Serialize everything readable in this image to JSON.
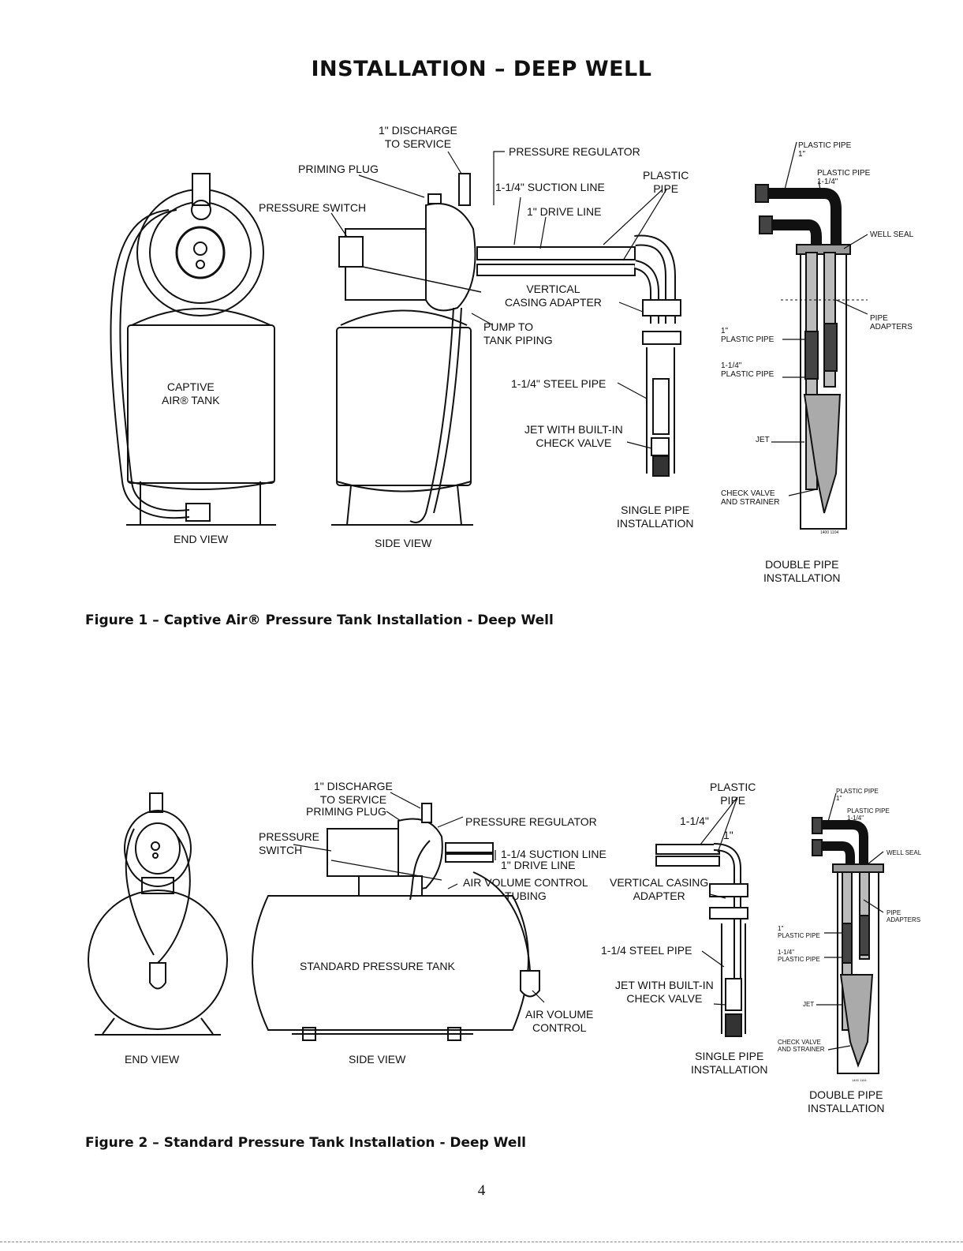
{
  "page": {
    "title": "INSTALLATION – DEEP WELL",
    "page_number": "4"
  },
  "figure1": {
    "caption": "Figure 1 – Captive Air® Pressure Tank Installation - Deep Well",
    "labels": {
      "discharge": "1\" DISCHARGE\nTO SERVICE",
      "priming_plug": "PRIMING PLUG",
      "pressure_regulator": "PRESSURE REGULATOR",
      "plastic_pipe": "PLASTIC\nPIPE",
      "pressure_switch": "PRESSURE SWITCH",
      "suction_line": "1-1/4\" SUCTION LINE",
      "drive_line": "1\" DRIVE LINE",
      "vertical_casing_adapter": "VERTICAL\nCASING ADAPTER",
      "pump_to_tank": "PUMP TO\nTANK PIPING",
      "steel_pipe": "1-1/4\" STEEL PIPE",
      "jet_check": "JET WITH BUILT-IN\nCHECK VALVE",
      "tank": "CAPTIVE\nAIR® TANK",
      "end_view": "END VIEW",
      "side_view": "SIDE VIEW",
      "single_pipe": "SINGLE PIPE\nINSTALLATION",
      "double_pipe": "DOUBLE PIPE\nINSTALLATION",
      "dp_plastic_1": "PLASTIC PIPE\n1\"",
      "dp_plastic_114": "PLASTIC PIPE\n1-1/4\"",
      "dp_well_seal": "WELL SEAL",
      "dp_pipe_adapters": "PIPE\nADAPTERS",
      "dp_1_plastic": "1\"\nPLASTIC PIPE",
      "dp_114_plastic": "1-1/4\"\nPLASTIC PIPE",
      "dp_jet": "JET",
      "dp_check_strainer": "CHECK VALVE\nAND STRAINER",
      "dp_code": "1400 1104"
    }
  },
  "figure2": {
    "caption": "Figure 2 – Standard Pressure Tank Installation - Deep Well",
    "labels": {
      "discharge": "1\" DISCHARGE\nTO SERVICE",
      "priming_plug": "PRIMING PLUG",
      "pressure_regulator": "PRESSURE REGULATOR",
      "pressure_switch": "PRESSURE\nSWITCH",
      "suction_line": "1-1/4 SUCTION LINE",
      "drive_line": "1\" DRIVE LINE",
      "air_volume_tubing": "AIR VOLUME CONTROL\nTUBING",
      "plastic_pipe": "PLASTIC\nPIPE",
      "size_114": "1-1/4\"",
      "size_1": "1\"",
      "vertical_casing_adapter": "VERTICAL CASING\nADAPTER",
      "steel_pipe": "1-1/4 STEEL PIPE",
      "jet_check": "JET WITH BUILT-IN\nCHECK VALVE",
      "tank": "STANDARD PRESSURE TANK",
      "air_volume_control": "AIR VOLUME\nCONTROL",
      "end_view": "END VIEW",
      "side_view": "SIDE VIEW",
      "single_pipe": "SINGLE PIPE\nINSTALLATION",
      "double_pipe": "DOUBLE PIPE\nINSTALLATION",
      "dp_plastic_1": "PLASTIC PIPE\n1\"",
      "dp_plastic_114": "PLASTIC PIPE\n1-1/4\"",
      "dp_well_seal": "WELL SEAL",
      "dp_pipe_adapters": "PIPE\nADAPTERS",
      "dp_1_plastic": "1\"\nPLASTIC PIPE",
      "dp_114_plastic": "1-1/4\"\nPLASTIC PIPE",
      "dp_jet": "JET",
      "dp_check_strainer": "CHECK VALVE\nAND STRAINER",
      "dp_code": "1400 1104"
    }
  }
}
